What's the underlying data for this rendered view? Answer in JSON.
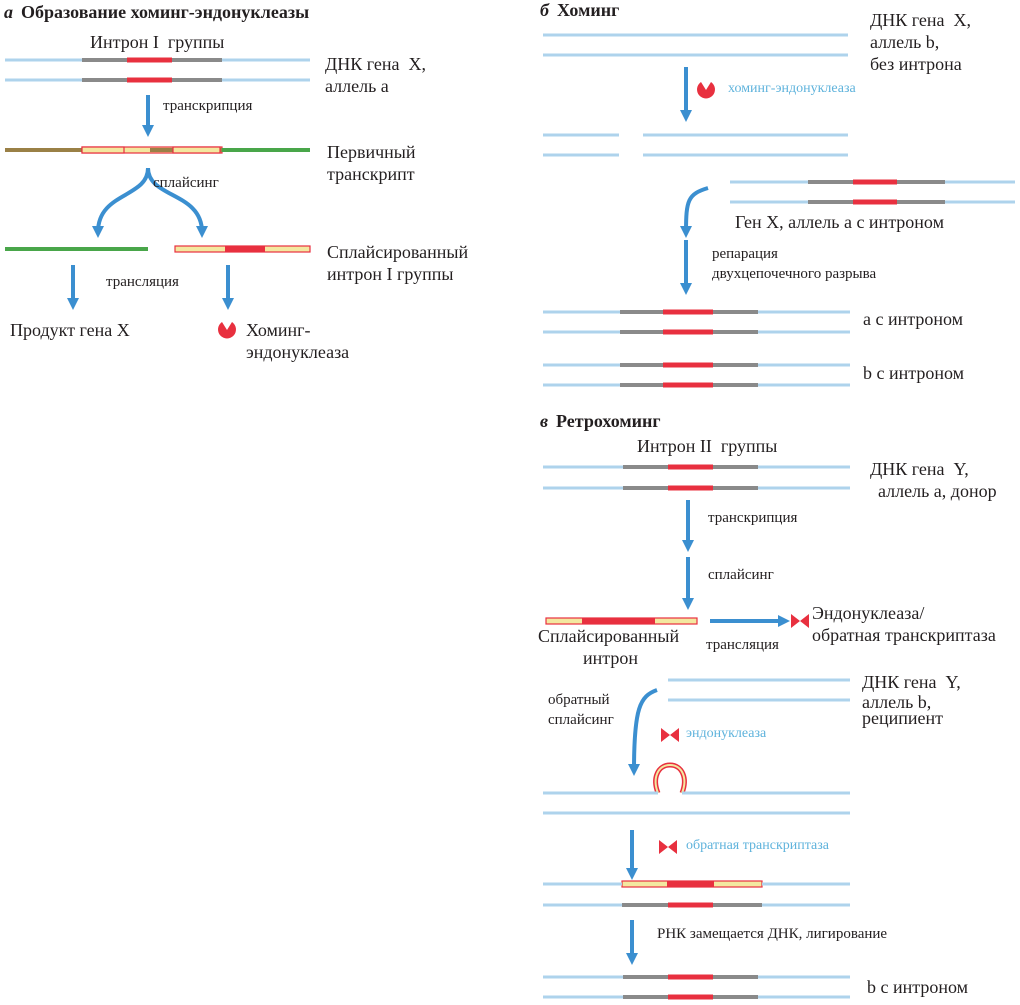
{
  "colors": {
    "dna": "#aed3ec",
    "intron": "#e8303f",
    "flank": "#8a8a8a",
    "arrow": "#3b8fd0",
    "mrna_green": "#49a64a",
    "mrna_brown": "#9a8046",
    "transcript_yellow": "#e6d44a",
    "enzyme": "#e8303f",
    "label_blue": "#5fb3dc"
  },
  "panel_a": {
    "letter": "а",
    "title": "Образование хоминг-эндонуклеазы",
    "intron_label": "Интрон I  группы",
    "dna_label_1": "ДНК гена  X,",
    "dna_label_2": "аллель a",
    "step_transcription": "транскрипция",
    "transcript_label_1": "Первичный",
    "transcript_label_2": "транскрипт",
    "step_splicing": "сплайсинг",
    "spliced_label_1": "Сплайсированный",
    "spliced_label_2": "интрон I группы",
    "step_translation": "трансляция",
    "product_label": "Продукт гена X",
    "enzyme_label_1": "Хоминг-",
    "enzyme_label_2": "эндонуклеаза",
    "icons": [
      "arrow-down-icon",
      "arrow-split-icon",
      "homing-endonuclease-icon"
    ]
  },
  "panel_b": {
    "letter": "б",
    "title": "Хоминг",
    "dna_label_1": "ДНК гена  X,",
    "dna_label_2": "аллель b,",
    "dna_label_3": "без интрона",
    "enzyme_label": "хоминг-эндонуклеаза",
    "gene_label": "Ген X, аллель a с интроном",
    "step_repair_1": "репарация",
    "step_repair_2": "двухцепочечного разрыва",
    "result_a": "a с интроном",
    "result_b": "b с интроном"
  },
  "panel_c": {
    "letter": "в",
    "title": "Ретрохоминг",
    "intron_label": "Интрон II  группы",
    "dna_label_1": "ДНК гена  Y,",
    "dna_label_2": "аллель a, донор",
    "step_transcription": "транскрипция",
    "step_splicing": "сплайсинг",
    "spliced_label_1": "Сплайсированный",
    "spliced_label_2": "интрон",
    "step_translation": "трансляция",
    "enzyme_label_1": "Эндонуклеаза/",
    "enzyme_label_2": "обратная транскриптаза",
    "recipient_label_1": "ДНК гена  Y,",
    "recipient_label_2": "аллель b,",
    "recipient_label_3": "реципиент",
    "step_reverse_1": "обратный",
    "step_reverse_2": "сплайсинг",
    "endonuclease_label": "эндонуклеаза",
    "rt_label": "обратная транскриптаза",
    "step_replace": "РНК замещается ДНК, лигирование",
    "result_b": "b с интроном"
  }
}
